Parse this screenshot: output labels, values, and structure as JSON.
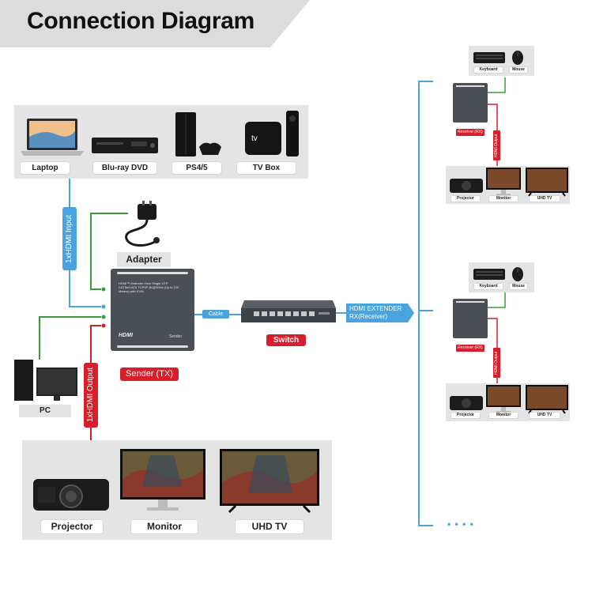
{
  "header": {
    "title": "Connection Diagram"
  },
  "sources": [
    "Laptop",
    "Blu-ray DVD",
    "PS4/5",
    "TV Box"
  ],
  "input_link": "1xHDMI Input",
  "adapter": "Adapter",
  "sender": {
    "device_text": "HDMI™ Extender Over Single UTP CAT5e/CAT6 TCP/IP 4K@30Hz (Up to 120 Meters) with KVM",
    "brand": "HDMI",
    "side": "Sender",
    "label": "Sender (TX)"
  },
  "cable": "Cable",
  "switch": "Switch",
  "extender": {
    "line1": "HDMI EXTENDER",
    "line2": "RX(Receiver)"
  },
  "pc": "PC",
  "output_link": "1xHDMI Output",
  "outputs": [
    "Projector",
    "Monitor",
    "UHD TV"
  ],
  "receiver": {
    "peripherals": [
      "Keyboard",
      "Mouse"
    ],
    "label": "Receiver (RX)",
    "output_link": "HDMI Output",
    "displays": [
      "Projector",
      "Monitor",
      "UHD TV"
    ]
  },
  "more": "• • • •",
  "colors": {
    "blue_line": "#4aa3dc",
    "green_line": "#3b9a3b",
    "red_line": "#d81e2a",
    "panel": "#e4e4e4"
  }
}
